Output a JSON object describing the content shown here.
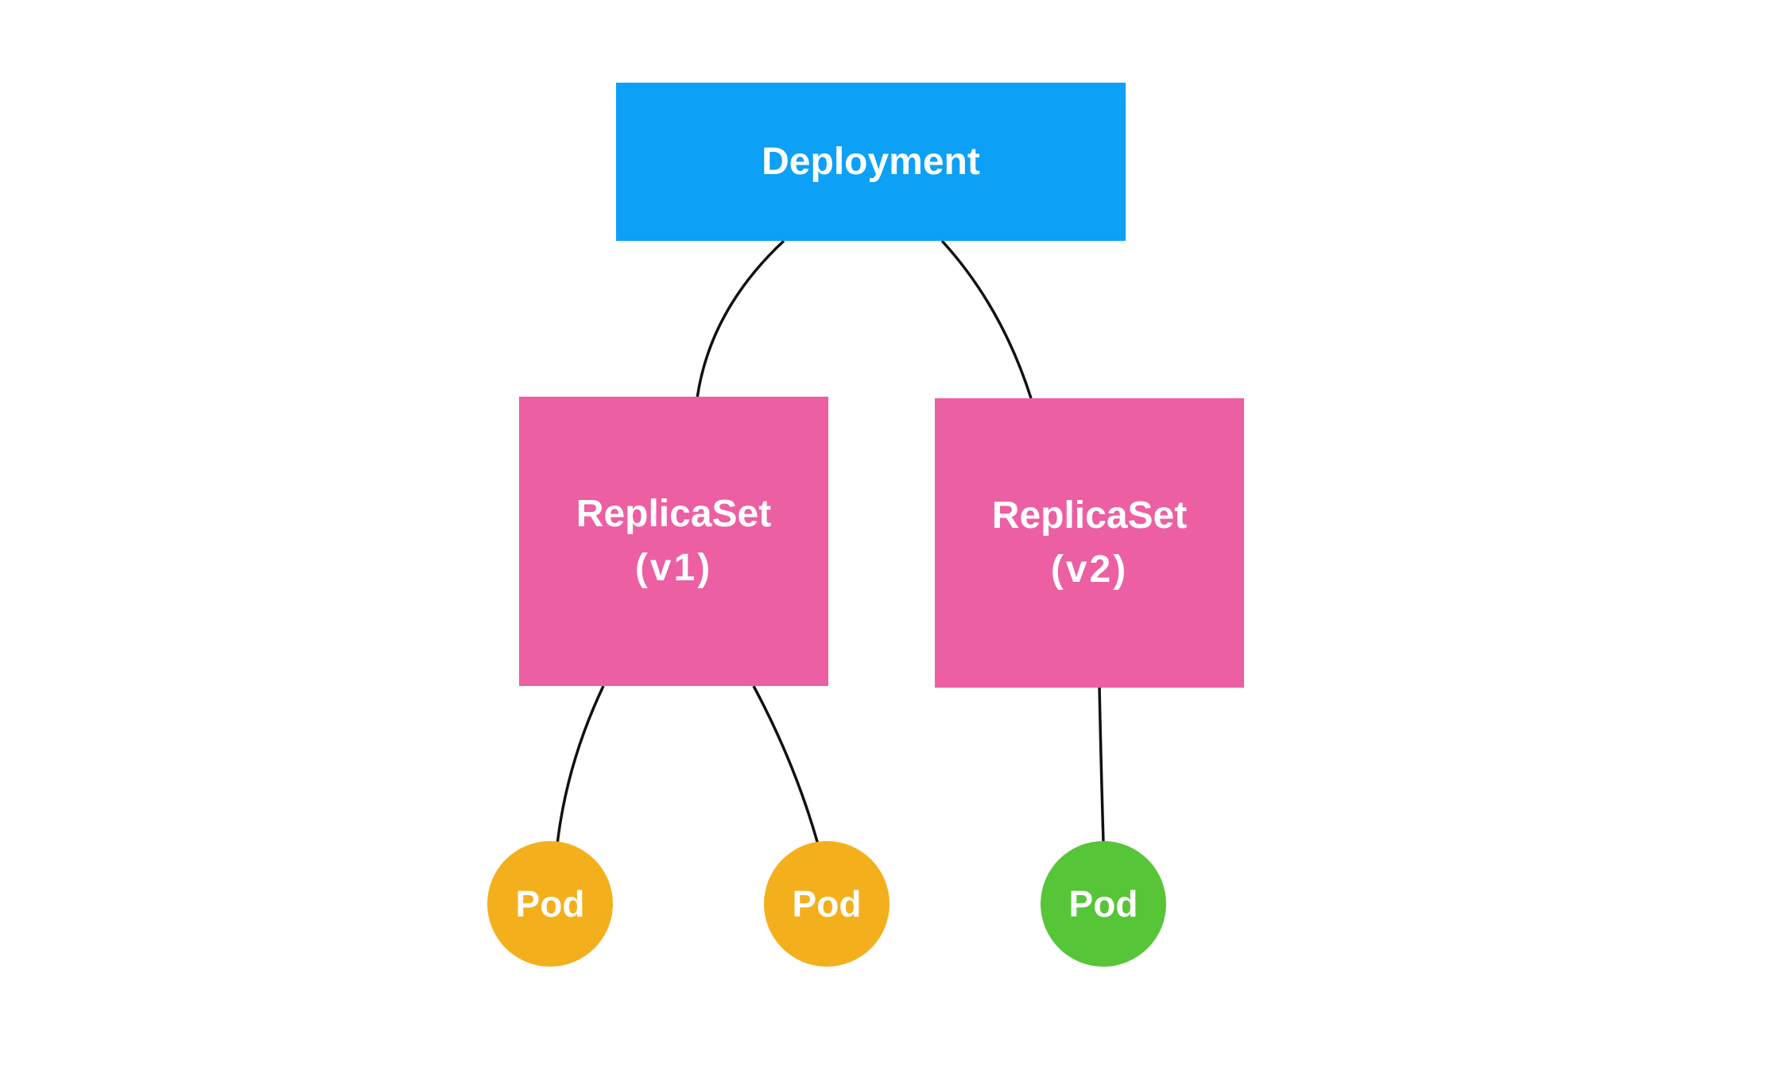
{
  "diagram": {
    "type": "hierarchy-tree",
    "nodes": {
      "deployment": {
        "label": "Deployment",
        "shape": "rectangle",
        "color": "#0ca0f6"
      },
      "replicaset_v1": {
        "label": "ReplicaSet",
        "version": "(v1)",
        "shape": "rectangle",
        "color": "#ec5fa3"
      },
      "replicaset_v2": {
        "label": "ReplicaSet",
        "version": "(v2)",
        "shape": "rectangle",
        "color": "#ec5fa3"
      },
      "pod_1": {
        "label": "Pod",
        "shape": "circle",
        "color": "#f4b01c"
      },
      "pod_2": {
        "label": "Pod",
        "shape": "circle",
        "color": "#f4b01c"
      },
      "pod_3": {
        "label": "Pod",
        "shape": "circle",
        "color": "#57c538"
      }
    },
    "edges": [
      {
        "from": "deployment",
        "to": "replicaset_v1"
      },
      {
        "from": "deployment",
        "to": "replicaset_v2"
      },
      {
        "from": "replicaset_v1",
        "to": "pod_1"
      },
      {
        "from": "replicaset_v1",
        "to": "pod_2"
      },
      {
        "from": "replicaset_v2",
        "to": "pod_3"
      }
    ],
    "colors": {
      "background": "#ffffff",
      "connector": "#111111",
      "label_text": "#ffffff"
    }
  }
}
